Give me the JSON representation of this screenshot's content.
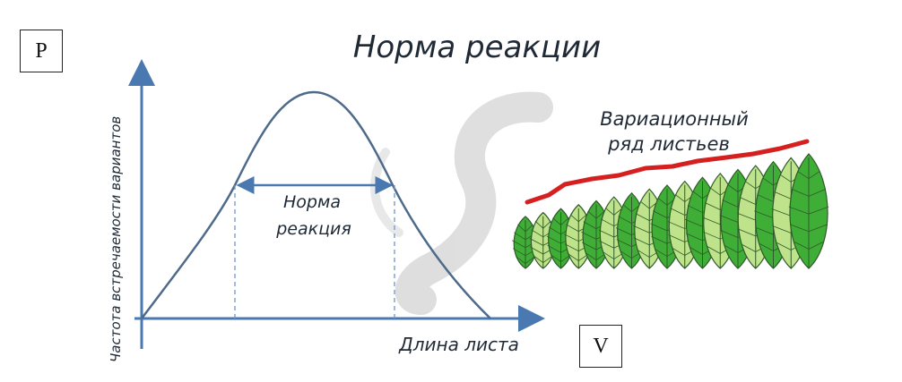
{
  "title": "Норма реакции",
  "y_axis_label": "Частота встречаемости вариантов",
  "x_axis_label": "Длина листа",
  "norm_label_line1": "Норма",
  "norm_label_line2": "реакция",
  "series_label_line1": "Вариационный",
  "series_label_line2": "ряд листьев",
  "corner_label_p": "P",
  "corner_label_v": "V",
  "colors": {
    "axis": "#4a78b0",
    "curve": "#4e6a8a",
    "norm_arrow": "#4a78b0",
    "red_line": "#d62020",
    "leaf_light": "#bfe38a",
    "leaf_dark": "#3fae36",
    "watermark": "#d6d6d6"
  },
  "leaf_count": 17
}
